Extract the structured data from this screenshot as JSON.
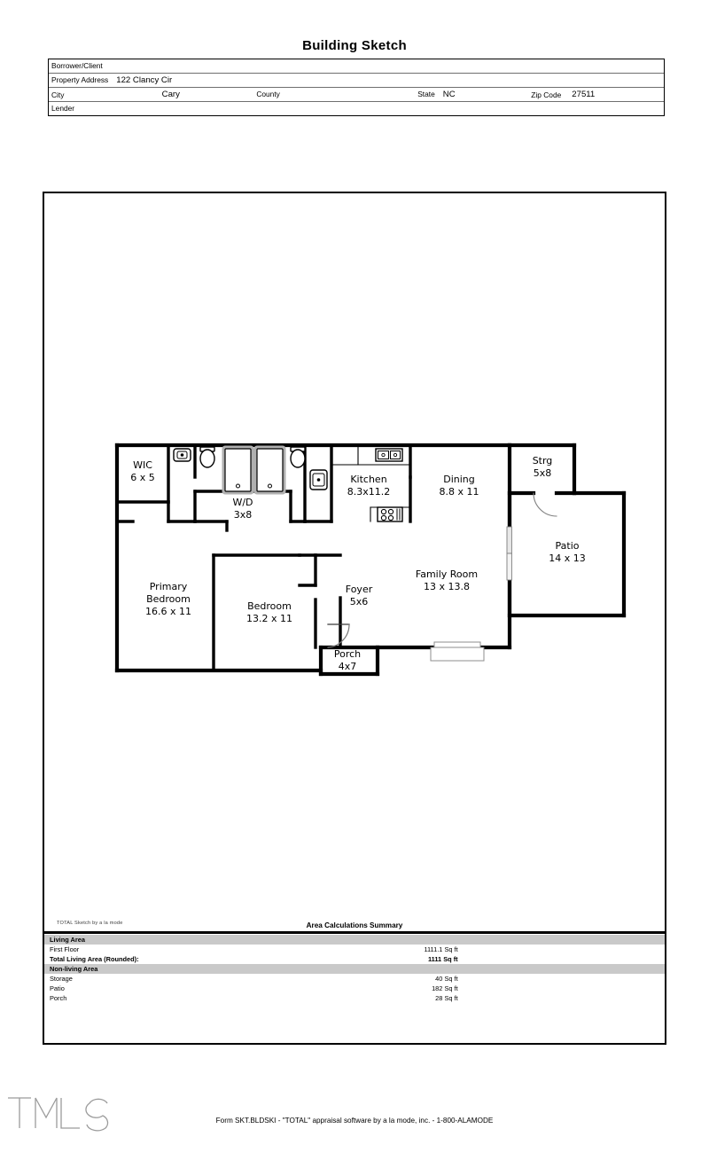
{
  "page": {
    "title": "Building Sketch"
  },
  "header_fields": {
    "borrower_label": "Borrower/Client",
    "borrower_value": "",
    "property_address_label": "Property Address",
    "property_address_value": "122 Clancy Cir",
    "city_label": "City",
    "city_value": "Cary",
    "county_label": "County",
    "county_value": "",
    "state_label": "State",
    "state_value": "NC",
    "zip_label": "Zip Code",
    "zip_value": "27511",
    "lender_label": "Lender",
    "lender_value": ""
  },
  "floorplan": {
    "rooms": [
      {
        "name": "WIC",
        "dims": "6 x 5"
      },
      {
        "name": "W/D",
        "dims": "3x8"
      },
      {
        "name": "Kitchen",
        "dims": "8.3x11.2"
      },
      {
        "name": "Dining",
        "dims": "8.8 x 11"
      },
      {
        "name": "Strg",
        "dims": "5x8"
      },
      {
        "name": "Patio",
        "dims": "14 x 13"
      },
      {
        "name": "Family Room",
        "dims": "13 x 13.8"
      },
      {
        "name": "Foyer",
        "dims": "5x6"
      },
      {
        "name": "Primary Bedroom",
        "dims": "16.6 x 11"
      },
      {
        "name": "Bedroom",
        "dims": "13.2 x 11"
      },
      {
        "name": "Porch",
        "dims": "4x7"
      }
    ],
    "fixtures": [
      "sink-icon",
      "toilet-icon",
      "bathtub-icon",
      "shower-icon",
      "kitchen-double-sink-icon",
      "range-stove-icon",
      "door-swing-icon",
      "sliding-glass-door-icon",
      "bay-window-icon"
    ]
  },
  "area_summary": {
    "credit": "TOTAL Sketch by a la mode",
    "title": "Area Calculations Summary",
    "sections": [
      {
        "heading": "Living Area",
        "rows": [
          {
            "name": "First Floor",
            "value": "1111.1 Sq ft",
            "bold": false
          },
          {
            "name": "Total Living Area (Rounded):",
            "value": "1111 Sq ft",
            "bold": true
          }
        ]
      },
      {
        "heading": "Non-living Area",
        "rows": [
          {
            "name": "Storage",
            "value": "40 Sq ft",
            "bold": false
          },
          {
            "name": "Patio",
            "value": "182 Sq ft",
            "bold": false
          },
          {
            "name": "Porch",
            "value": "28 Sq ft",
            "bold": false
          }
        ]
      }
    ]
  },
  "footer": {
    "form_note": "Form SKT.BLDSKI - \"TOTAL\" appraisal software by a la mode, inc. - 1-800-ALAMODE",
    "watermark": "TMLS"
  }
}
